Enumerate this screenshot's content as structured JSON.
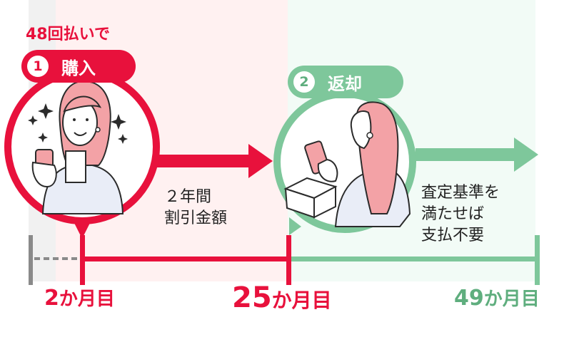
{
  "header": {
    "payment_plan": "48回払いで"
  },
  "steps": [
    {
      "number": "1",
      "label": "購入",
      "color": "#e8113c"
    },
    {
      "number": "2",
      "label": "返却",
      "color": "#7ec79b"
    }
  ],
  "segments": {
    "discount": {
      "line1": "２年間",
      "line2": "割引金額"
    },
    "no_payment": {
      "line1": "査定基準を",
      "line2": "満たせば",
      "line3": "支払不要"
    }
  },
  "timeline": {
    "month_2": {
      "number": "2",
      "suffix": "か月目"
    },
    "month_25": {
      "number": "25",
      "suffix": "か月目"
    },
    "month_49": {
      "number": "49",
      "suffix": "か月目"
    }
  },
  "icons": [
    "sparkle-icon",
    "smartphone-icon",
    "cardboard-box-icon"
  ],
  "colors": {
    "red": "#e8113c",
    "green": "#7ec79b",
    "green_text": "#5fae7e",
    "gray": "#8a8a8a"
  }
}
